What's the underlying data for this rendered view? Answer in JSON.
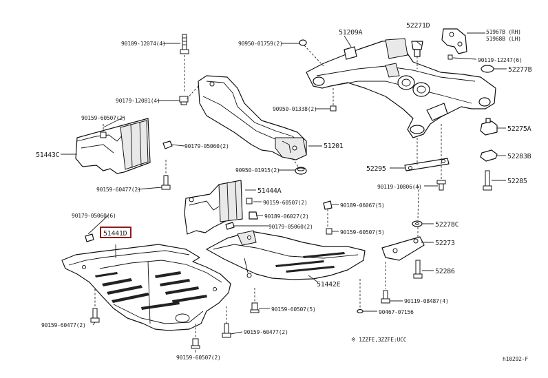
{
  "labels": {
    "p90109_12074": "90109-12074(4)",
    "p90179_12081": "90179-12081(4)",
    "p90159_60507_a": "90159-60507(2)",
    "p51443C": "51443C",
    "p90159_60477_a": "90159-60477(2)",
    "p90179_05060_6": "90179-05060(6)",
    "p51441D": "51441D",
    "p90159_60477_b": "90159-60477(2)",
    "p90159_60507_b": "90159-60507(2)",
    "p90950_01759": "90950-01759(2)",
    "p51209A": "51209A",
    "p90950_01338": "90950-01338(2)",
    "p90179_05060_2": "90179-05060(2)",
    "p51201": "51201",
    "p90950_01915": "90950-01915(2)",
    "p51444A": "51444A",
    "p90159_60507_c": "90159-60507(2)",
    "p90189_06027": "90189-06027(2)",
    "p90179_05060_c": "90179-05060(2)",
    "p90189_06067": "90189-06067(5)",
    "p90159_60507_d": "90159-60507(5)",
    "p51442E": "51442E",
    "p90159_60507_e": "90159-60507(5)",
    "p90159_60477_c": "90159-60477(2)",
    "p52271D": "52271D",
    "p51967B": "51967B (RH)",
    "p51968B": "51968B (LH)",
    "p90119_12247": "90119-12247(6)",
    "p52277B": "52277B",
    "p52275A": "52275A",
    "p52283B": "52283B",
    "p52295": "52295",
    "p52285": "52285",
    "p90119_10806": "90119-10806(4)",
    "p52278C": "52278C",
    "p52273": "52273",
    "p52286": "52286",
    "p90119_08487": "90119-08487(4)",
    "p90467_07156": "90467-07156",
    "note": "※ 1ZZFE,3ZZFE:UCC",
    "figure_code": "h10292-F"
  },
  "highlight_color": "#8b1c1c"
}
